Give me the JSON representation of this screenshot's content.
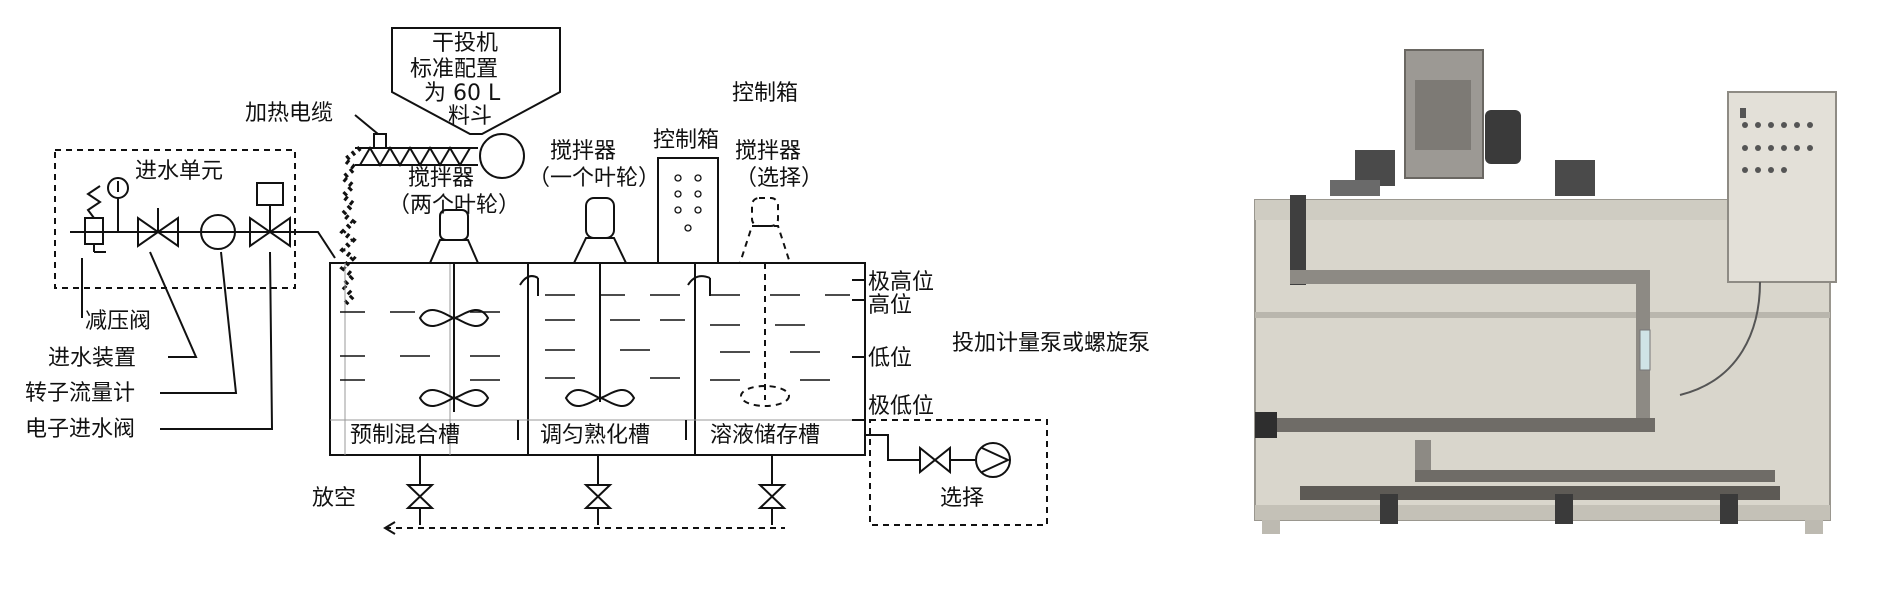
{
  "labels": {
    "hopper": [
      "干投机",
      "标准配置",
      "为 60 L",
      "料斗"
    ],
    "heating_cable": "加热电缆",
    "inlet_unit": "进水单元",
    "control_box_top": "控制箱",
    "control_box": "控制箱",
    "stirrer_two": [
      "搅拌器",
      "（两个叶轮）"
    ],
    "stirrer_one": [
      "搅拌器",
      "（一个叶轮）"
    ],
    "stirrer_opt": [
      "搅拌器",
      "（选择）"
    ],
    "level_very_high": "极高位",
    "level_high": "高位",
    "level_low": "低位",
    "level_very_low": "极低位",
    "dosing_pump": "投加计量泵或螺旋泵",
    "tank_1": "预制混合槽",
    "tank_2": "调匀熟化槽",
    "tank_3": "溶液储存槽",
    "pressure_valve": "减压阀",
    "inlet_device": "进水装置",
    "rotameter": "转子流量计",
    "electronic_valve": "电子进水阀",
    "drain": "放空",
    "option": "选择"
  },
  "colors": {
    "line": "#111111",
    "photo_tank": "#d9d6cc",
    "photo_pipe": "#8d8a84",
    "photo_dark": "#3a3a3a"
  }
}
